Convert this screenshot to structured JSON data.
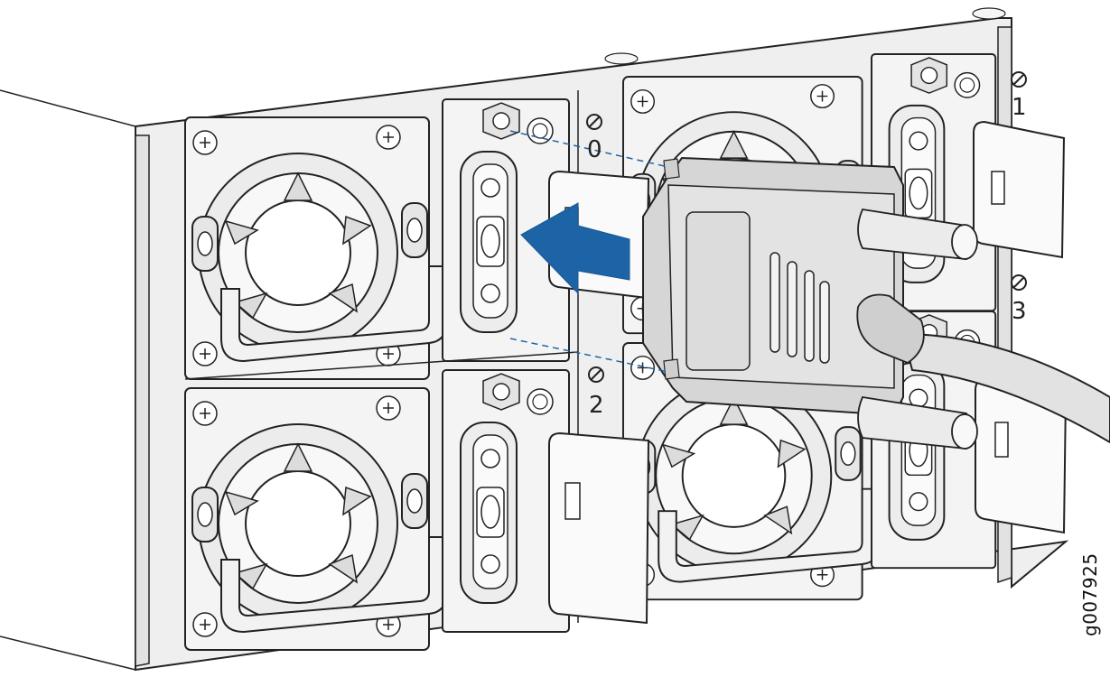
{
  "slots": [
    {
      "number": "0"
    },
    {
      "number": "1"
    },
    {
      "number": "2"
    },
    {
      "number": "3"
    }
  ],
  "figure_id": "g007925",
  "colors": {
    "arrow": "#1d64a6",
    "chassis_fill": "#efefef",
    "panel_fill": "#f6f6f6",
    "connector_fill": "#d6d6d6",
    "guide_line": "#1d64a6"
  }
}
